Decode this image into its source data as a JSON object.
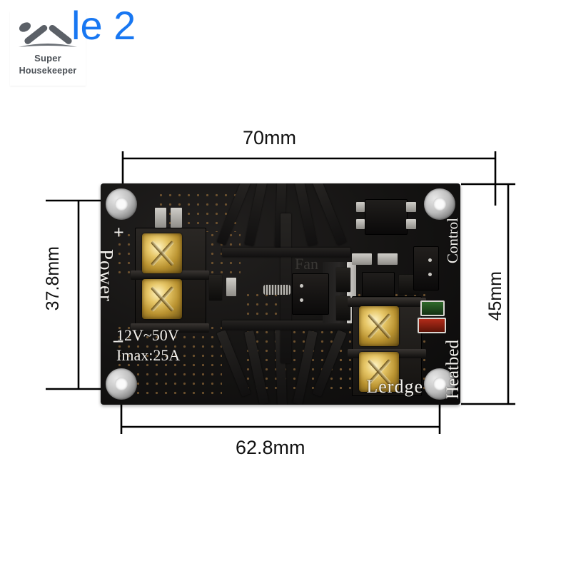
{
  "watermark": {
    "line1": "Super",
    "line2": "Housekeeper",
    "icon": "roof-logo-icon"
  },
  "heading": {
    "text": "le 2",
    "color": "#1877F2"
  },
  "dimensions": {
    "top": "70mm",
    "bottom": "62.8mm",
    "left": "37.8mm",
    "right": "45mm"
  },
  "board": {
    "brand": "Lerdge",
    "silkscreen": {
      "power": "Power",
      "plus": "+",
      "minus": "_",
      "voltage": "12V~50V",
      "current": "Imax:25A",
      "heatbed": "Heatbed",
      "control": "Control",
      "fan": "Fan"
    }
  }
}
